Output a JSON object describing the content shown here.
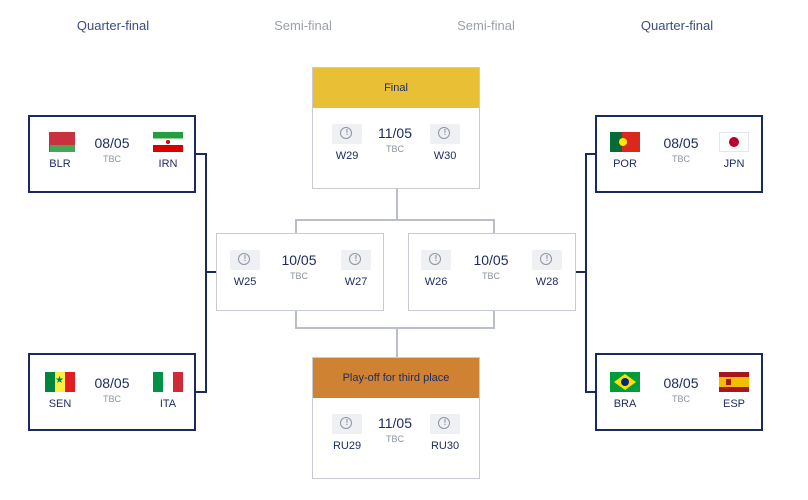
{
  "stage_labels": {
    "left_quarter": "Quarter-final",
    "left_semi": "Semi-final",
    "right_semi": "Semi-final",
    "right_quarter": "Quarter-final"
  },
  "colors": {
    "navy": "#1b2a5e",
    "final_header": "#e9bf35",
    "third_place_header": "#d08233",
    "connector": "#b9bec9"
  },
  "placeholder_icon": "alert-circle-icon",
  "placeholder_symbol": "!",
  "matches": {
    "qf1": {
      "home": "BLR",
      "away": "IRN",
      "date": "08/05",
      "time": "TBC"
    },
    "qf2": {
      "home": "SEN",
      "away": "ITA",
      "date": "08/05",
      "time": "TBC"
    },
    "qf3": {
      "home": "POR",
      "away": "JPN",
      "date": "08/05",
      "time": "TBC"
    },
    "qf4": {
      "home": "BRA",
      "away": "ESP",
      "date": "08/05",
      "time": "TBC"
    },
    "sf1": {
      "home": "W25",
      "away": "W27",
      "date": "10/05",
      "time": "TBC"
    },
    "sf2": {
      "home": "W26",
      "away": "W28",
      "date": "10/05",
      "time": "TBC"
    },
    "final": {
      "title": "Final",
      "home": "W29",
      "away": "W30",
      "date": "11/05",
      "time": "TBC"
    },
    "third": {
      "title": "Play-off for third place",
      "home": "RU29",
      "away": "RU30",
      "date": "11/05",
      "time": "TBC"
    }
  }
}
